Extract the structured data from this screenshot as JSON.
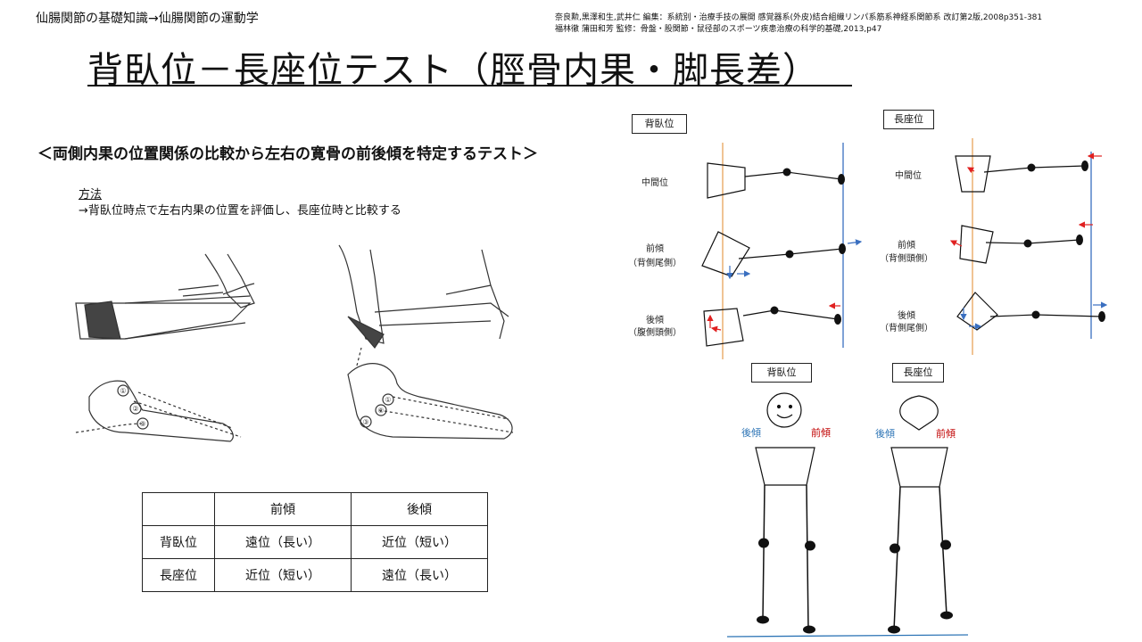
{
  "header": {
    "breadcrumb": "仙腸関節の基礎知識→仙腸関節の運動学",
    "references": [
      "奈良勲,黒澤和生,武井仁 編集：系統別・治療手技の展開 感覚器系(外皮)結合組織リンパ系筋系神経系関節系 改訂第2版,2008p351-381",
      "福林徹 蒲田和芳 監修：骨盤・股関節・鼠径部のスポーツ疾患治療の科学的基礎,2013,p47"
    ]
  },
  "title": "背臥位－長座位テスト（脛骨内果・脚長差）",
  "subtitle": "＜両側内果の位置関係の比較から左右の寛骨の前後傾を特定するテスト＞",
  "method": {
    "heading": "方法",
    "text": "→背臥位時点で左右内果の位置を評価し、長座位時と比較する"
  },
  "illustration_markers": [
    "①",
    "②",
    "③"
  ],
  "table": {
    "header": [
      "",
      "前傾",
      "後傾"
    ],
    "rows": [
      [
        "背臥位",
        "遠位（長い）",
        "近位（短い）"
      ],
      [
        "長座位",
        "近位（短い）",
        "遠位（長い）"
      ]
    ]
  },
  "diagram": {
    "supine_label": "背臥位",
    "longsit_label": "長座位",
    "row_labels": {
      "neutral": "中間位",
      "ant": "前傾",
      "ant_supine_note": "（背側尾側）",
      "ant_longsit_note": "（背側頭側）",
      "post": "後傾",
      "post_supine_note": "（腹側頭側）",
      "post_longsit_note": "（背側尾側）"
    },
    "colors": {
      "ref_line": "#e8a35a",
      "end_line": "#3a6fc0",
      "arrow_red": "#e02020",
      "arrow_blue": "#3a6fc0"
    }
  },
  "figure": {
    "supine_label": "背臥位",
    "longsit_label": "長座位",
    "post_label": "後傾",
    "ant_label": "前傾",
    "post_color": "#2e75b6",
    "ant_color": "#c00000"
  }
}
